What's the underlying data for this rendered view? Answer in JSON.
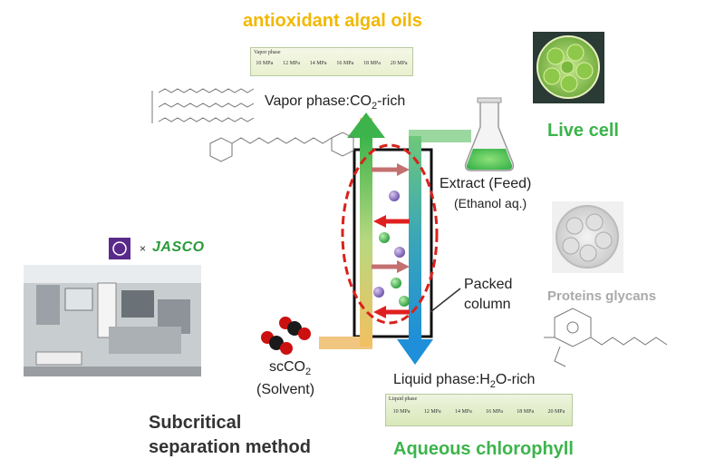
{
  "title_top": "antioxidant algal oils",
  "vapor_phase": {
    "prefix": "Vapor phase:CO",
    "sub": "2",
    "suffix": "-rich"
  },
  "liquid_phase": {
    "prefix": "Liquid phase:H",
    "sub": "2",
    "suffix": "O-rich"
  },
  "extract": {
    "line1": "Extract (Feed)",
    "line2": "(Ethanol aq.)"
  },
  "packed": {
    "line1": "Packed",
    "line2": "column"
  },
  "solvent": {
    "prefix": "scCO",
    "sub": "2",
    "line2": "(Solvent)"
  },
  "live_cell": "Live cell",
  "proteins": "Proteins glycans",
  "aqueous": "Aqueous chlorophyll",
  "subcritical": {
    "line1": "Subcritical",
    "line2": "separation method"
  },
  "jasco": "JASCO",
  "times": "×",
  "vapor_strip": {
    "title": "Vapor phase",
    "pressures": [
      "10 MPa",
      "12 MPa",
      "14 MPa",
      "16 MPa",
      "18 MPa",
      "20 MPa"
    ]
  },
  "liquid_strip": {
    "title": "Liquid phase",
    "pressures": [
      "10 MPa",
      "12 MPa",
      "14 MPa",
      "16 MPa",
      "18 MPa",
      "20 MPa"
    ]
  },
  "colors": {
    "title_yellow": "#f2b800",
    "green": "#3cb44b",
    "blue": "#1e8fd8",
    "red_dash": "#d9211b"
  }
}
